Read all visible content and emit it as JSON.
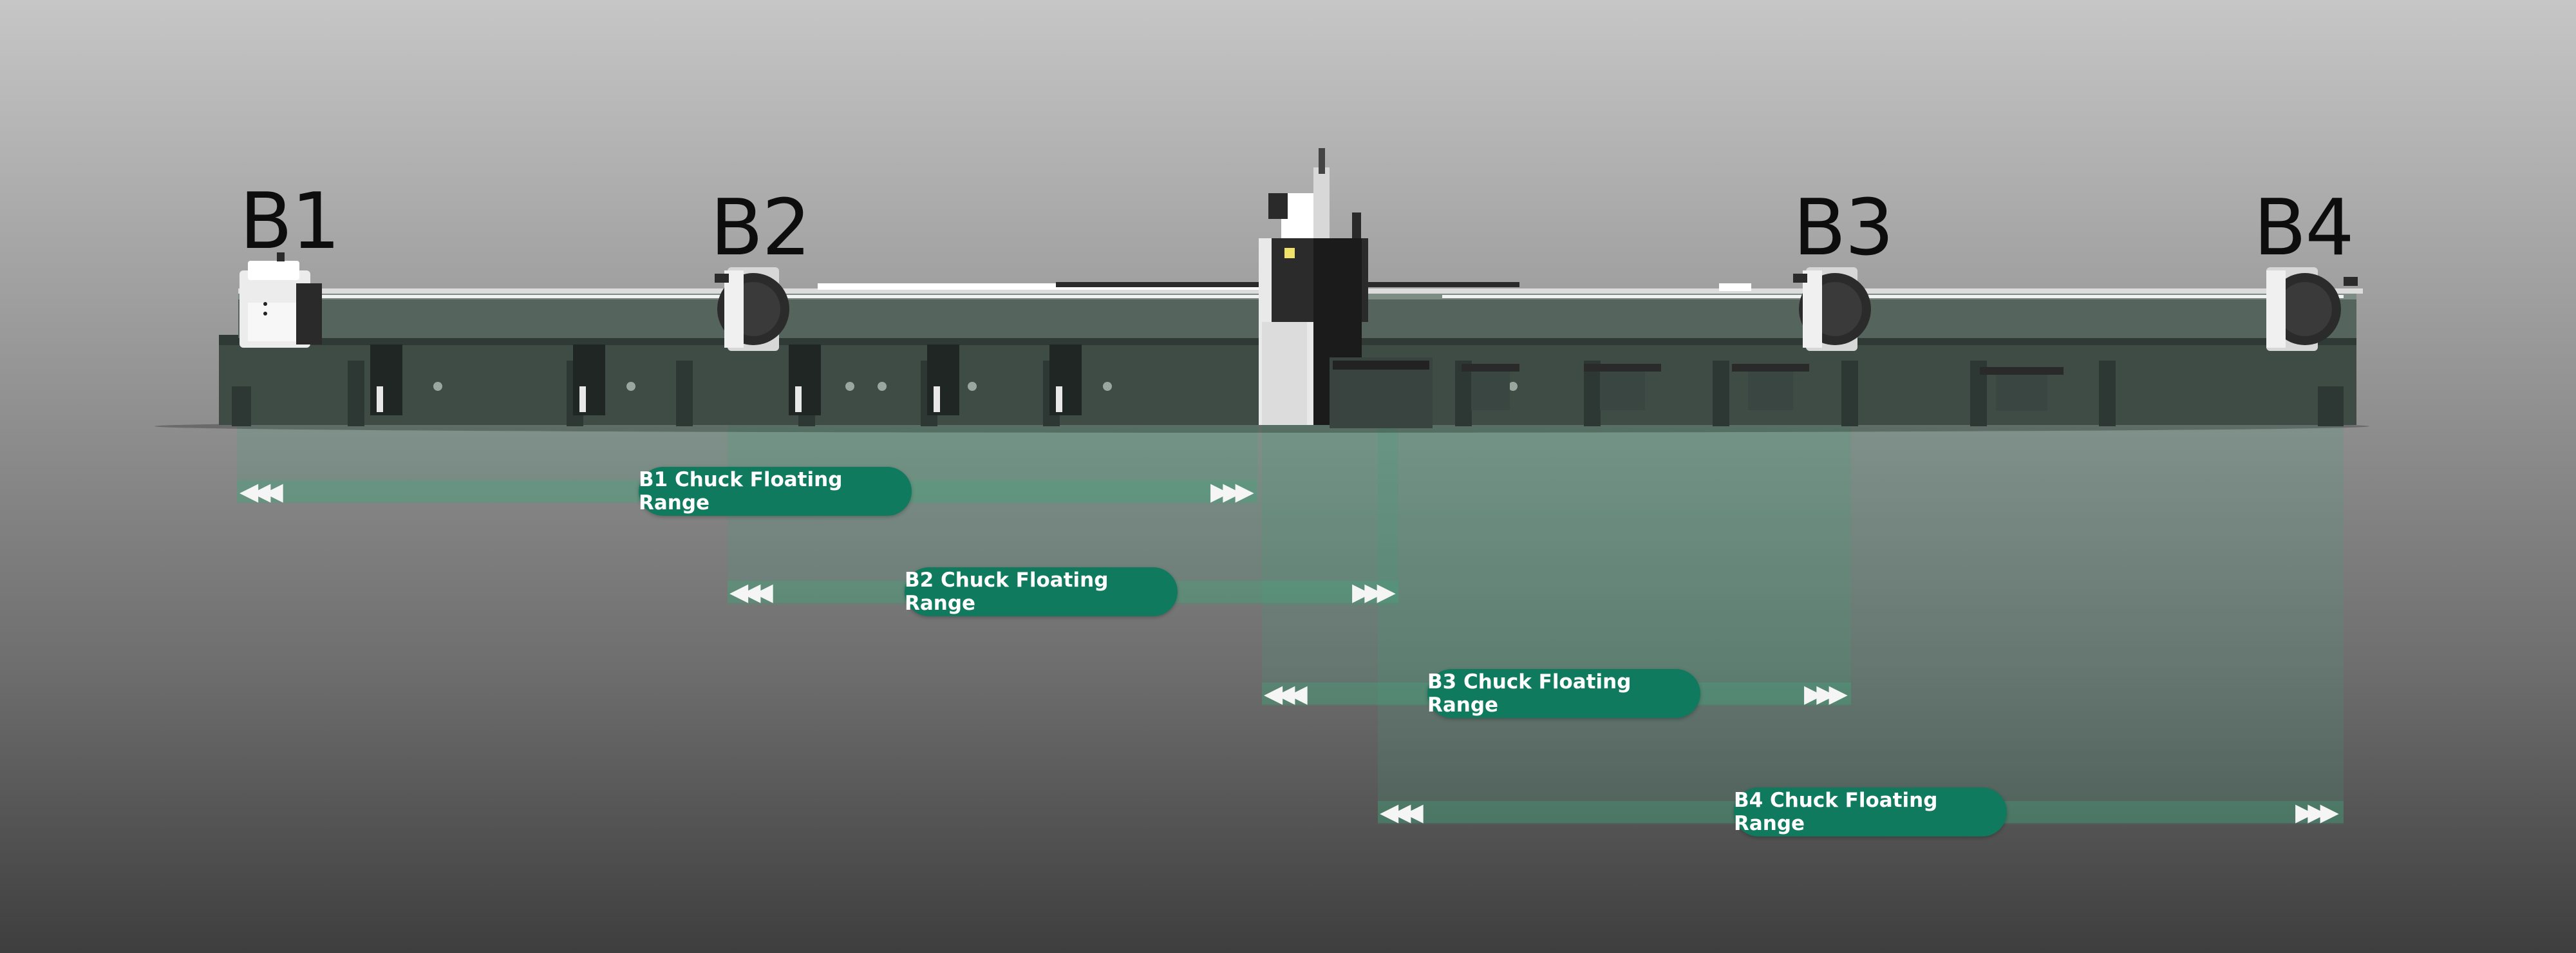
{
  "chucks": [
    {
      "id": "b1",
      "label": "B1"
    },
    {
      "id": "b2",
      "label": "B2"
    },
    {
      "id": "b3",
      "label": "B3"
    },
    {
      "id": "b4",
      "label": "B4"
    }
  ],
  "ranges": [
    {
      "id": "b1",
      "label": "B1 Chuck Floating Range"
    },
    {
      "id": "b2",
      "label": "B2 Chuck Floating Range"
    },
    {
      "id": "b3",
      "label": "B3 Chuck Floating Range"
    },
    {
      "id": "b4",
      "label": "B4 Chuck Floating Range"
    }
  ],
  "arrow_left": "◀◀◀",
  "arrow_right": "▶▶▶",
  "colors": {
    "pill": "#107a5e",
    "range_fill": "#3ca078",
    "machine_body": "#4a5a52",
    "chuck_body": "#ececec"
  }
}
